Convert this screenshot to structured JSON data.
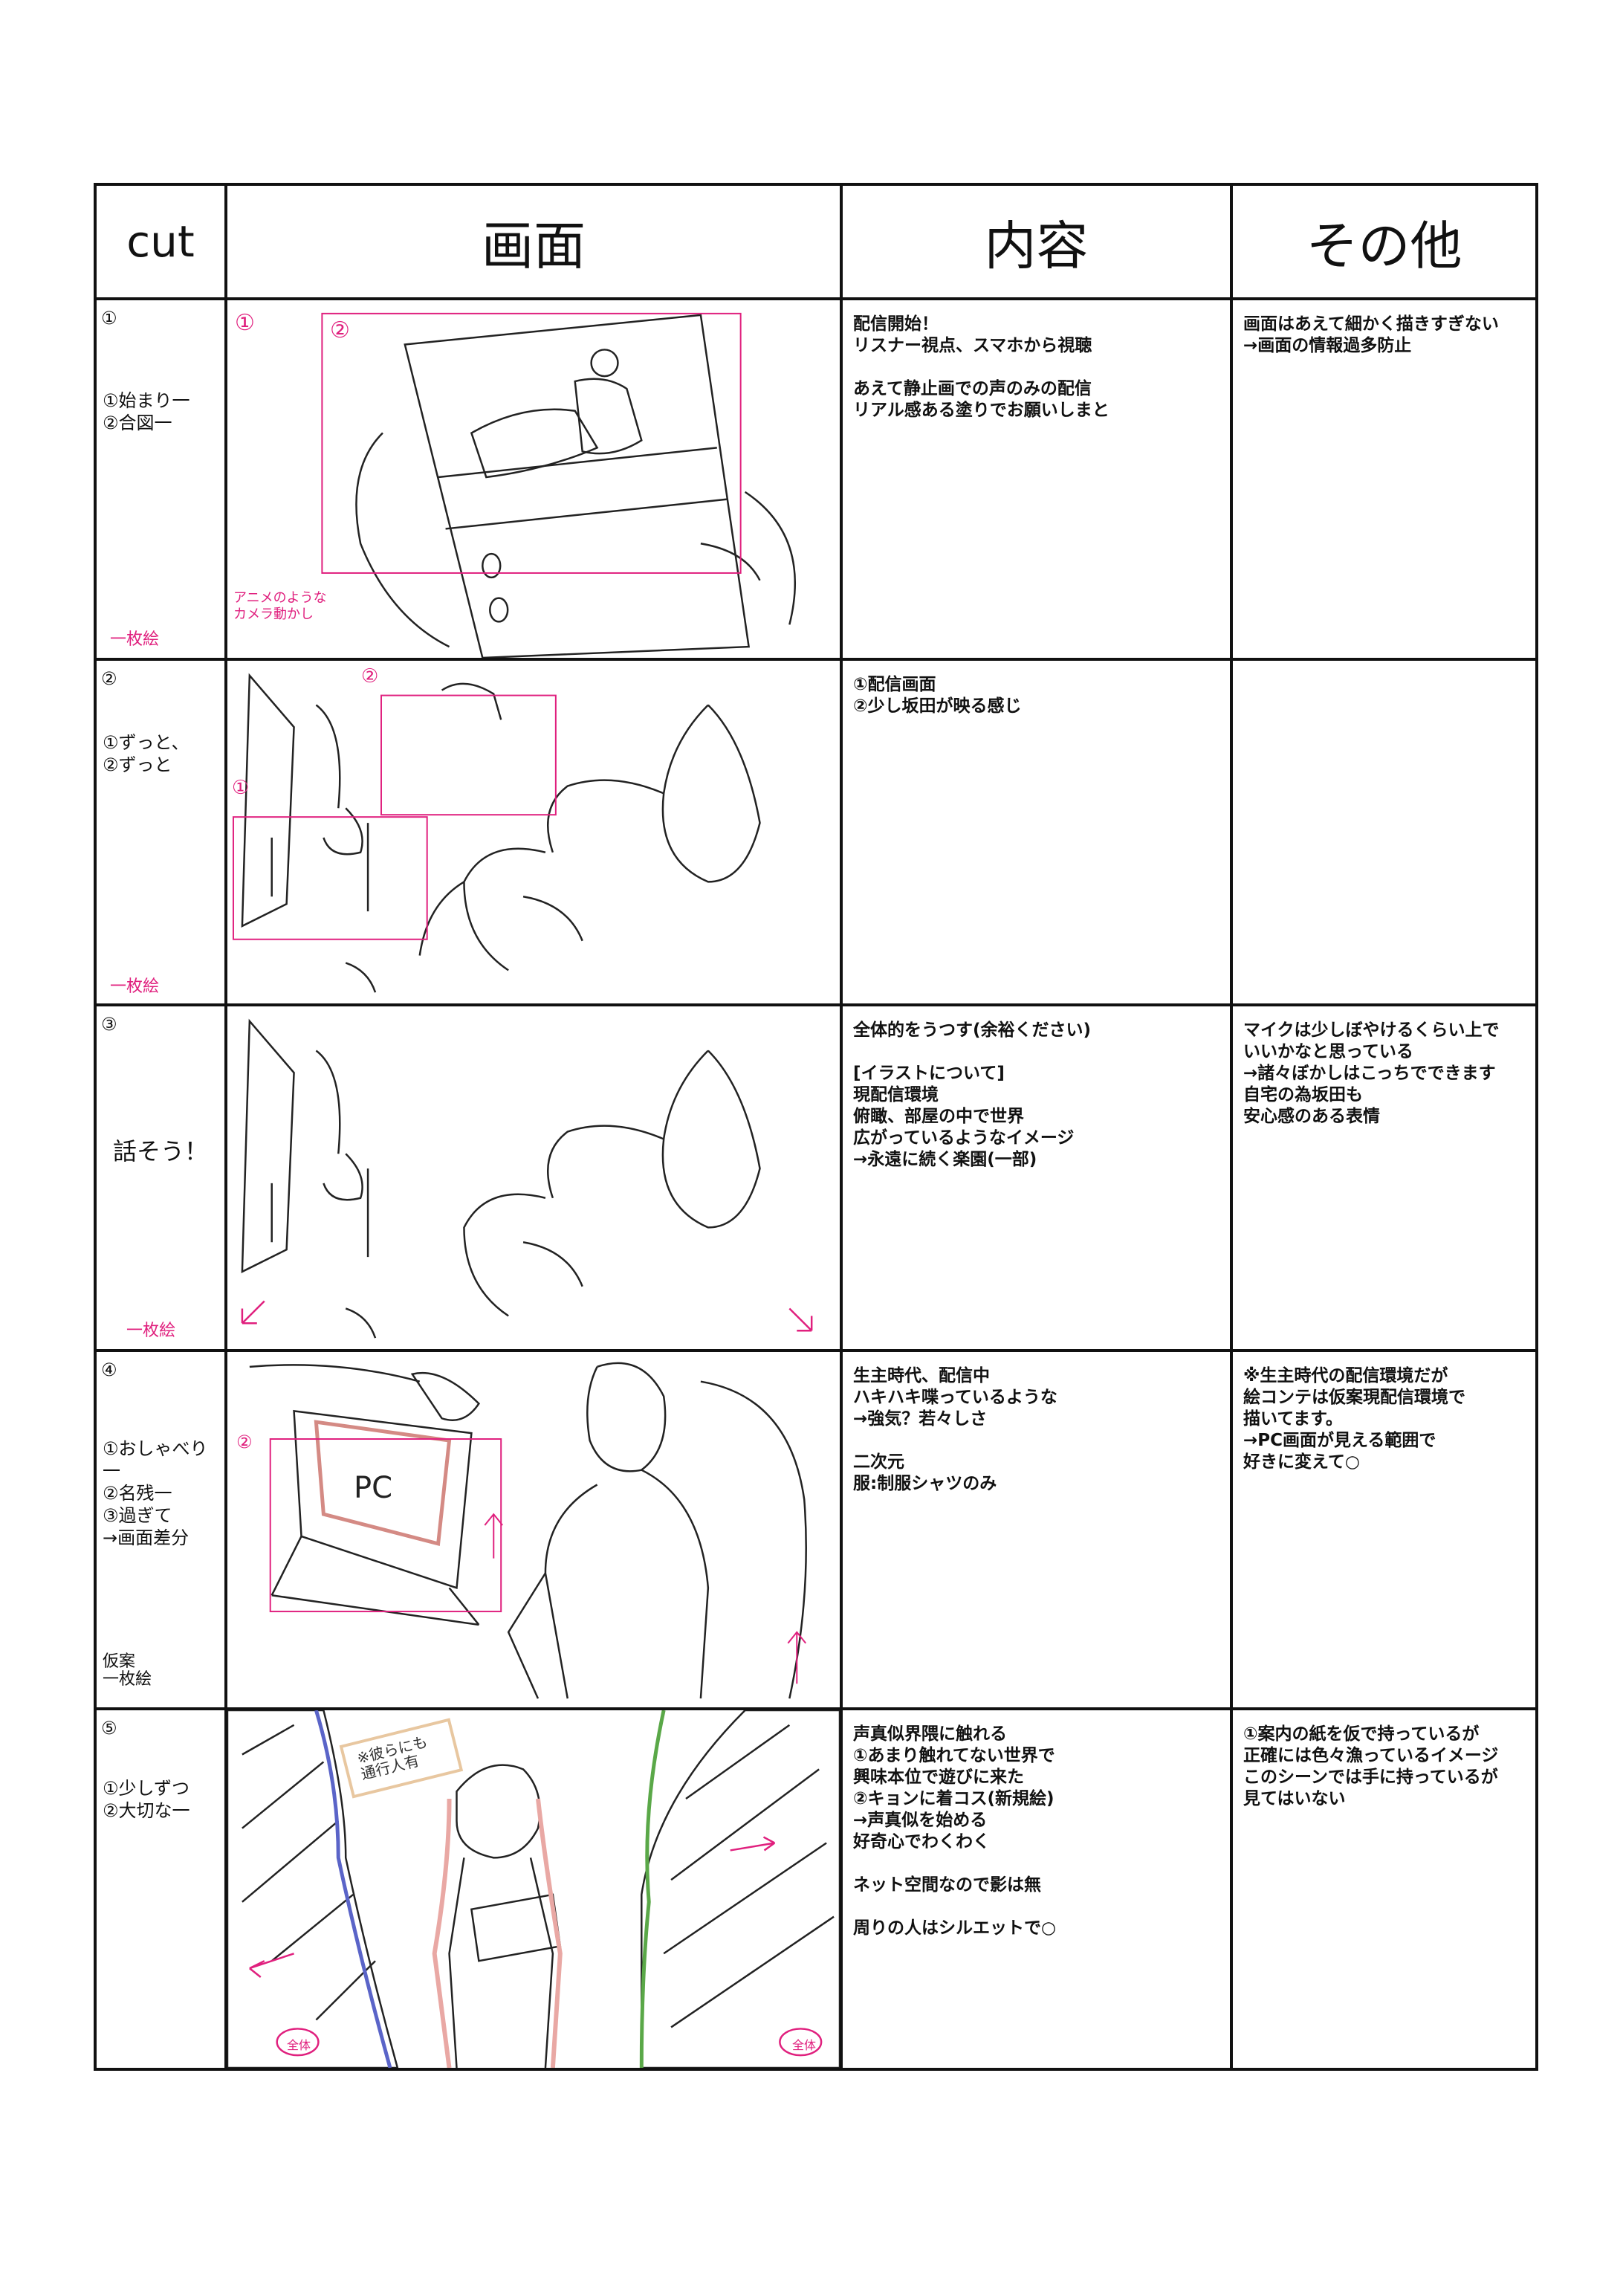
{
  "headers": {
    "cut": "cut",
    "screen": "画面",
    "content": "内容",
    "other": "その他"
  },
  "rows": [
    {
      "num": "①",
      "cut_notes": "①始まり一\n②合図一",
      "cut_mark": "一枚絵",
      "screen_notes": {
        "frame1": "①",
        "frame2": "②",
        "camera": "アニメのような\nカメラ動かし"
      },
      "content": "配信開始！\nリスナー視点、スマホから視聴\n\nあえて静止画での声のみの配信\nリアル感ある塗りでお願いしまと",
      "other": "画面はあえて細かく描きすぎない\n→画面の情報過多防止"
    },
    {
      "num": "②",
      "cut_notes": "①ずっと、\n②ずっと",
      "cut_mark": "一枚絵",
      "screen_notes": {
        "frame1": "①",
        "frame2": "②"
      },
      "content": "①配信画面\n②少し坂田が映る感じ",
      "other": ""
    },
    {
      "num": "③",
      "cut_notes": "話そう！",
      "cut_mark": "一枚絵",
      "content": "全体的をうつす(余裕ください)\n\n[イラストについて]\n現配信環境\n俯瞰、部屋の中で世界\n広がっているようなイメージ\n→永遠に続く楽園(一部)",
      "other": "マイクは少しぼやけるくらい上で\nいいかなと思っている\n→諸々ぼかしはこっちでできます\n自宅の為坂田も\n安心感のある表情"
    },
    {
      "num": "④",
      "cut_notes": "①おしゃべり一\n②名残一\n③過ぎて\n→画面差分",
      "cut_mark": "仮案\n一枚絵",
      "screen_notes": {
        "frame2": "②",
        "pc": "PC"
      },
      "content": "生主時代、配信中\nハキハキ喋っているような\n→強気？若々しさ\n\n二次元\n服:制服シャツのみ",
      "other": "※生主時代の配信環境だが\n絵コンテは仮案現配信環境で\n描いてます。\n→PC画面が見える範囲で\n好きに変えて○"
    },
    {
      "num": "⑤",
      "cut_notes": "①少しずつ\n②大切な一",
      "cut_mark": "",
      "screen_notes": {
        "sign": "※彼らにも\n通行人有",
        "whole_left": "全体",
        "whole_right": "全体"
      },
      "content": "声真似界隈に触れる\n①あまり触れてない世界で\n興味本位で遊びに来た\n②キョンに着コス(新規絵)\n→声真似を始める\n好奇心でわくわく\n\nネット空間なので影は無\n\n周りの人はシルエットで○",
      "other": "①案内の紙を仮で持っているが\n正確には色々漁っているイメージ\nこのシーンでは手に持っているが\n見てはいない"
    }
  ],
  "colors": {
    "annotation": "#e0207e",
    "line": "#111111"
  }
}
